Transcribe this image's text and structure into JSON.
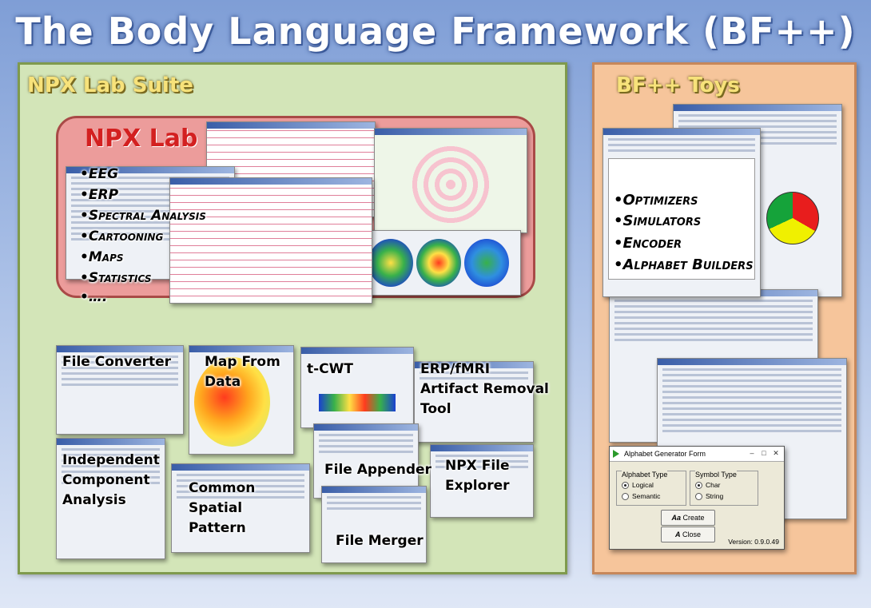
{
  "title": "The Body Language Framework (BF++)",
  "left_panel": {
    "title": "NPX Lab Suite",
    "npx_lab": {
      "title": "NPX Lab",
      "features": [
        "•EEG",
        "•ERP",
        "•Spectral Analysis",
        "•Cartooning",
        "•Maps",
        "•Statistics",
        "•…."
      ]
    },
    "tools": {
      "file_converter": "File Converter",
      "map_from_data": "Map From Data",
      "tcwt": "t-CWT",
      "erp_fmri": "ERP/fMRI Artifact Removal Tool",
      "ica": "Independent Component Analysis",
      "csp": "Common Spatial Pattern",
      "file_appender": "File Appender",
      "npx_explorer": "NPX File Explorer",
      "file_merger": "File Merger"
    }
  },
  "right_panel": {
    "title": "BF++ Toys",
    "features": [
      "•Optimizers",
      "•Simulators",
      "•Encoder",
      "•Alphabet Builders"
    ],
    "alphabet_form": {
      "title": "Alphabet Generator Form",
      "alphabet_type_label": "Alphabet Type",
      "alphabet_options": [
        "Logical",
        "Semantic"
      ],
      "symbol_type_label": "Symbol Type",
      "symbol_options": [
        "Char",
        "String"
      ],
      "create_label": "Create",
      "close_label": "Close",
      "version": "Version: 0.9.0.49"
    },
    "pie_colors": [
      "#e81d1d",
      "#f0f000",
      "#15a33a"
    ]
  }
}
